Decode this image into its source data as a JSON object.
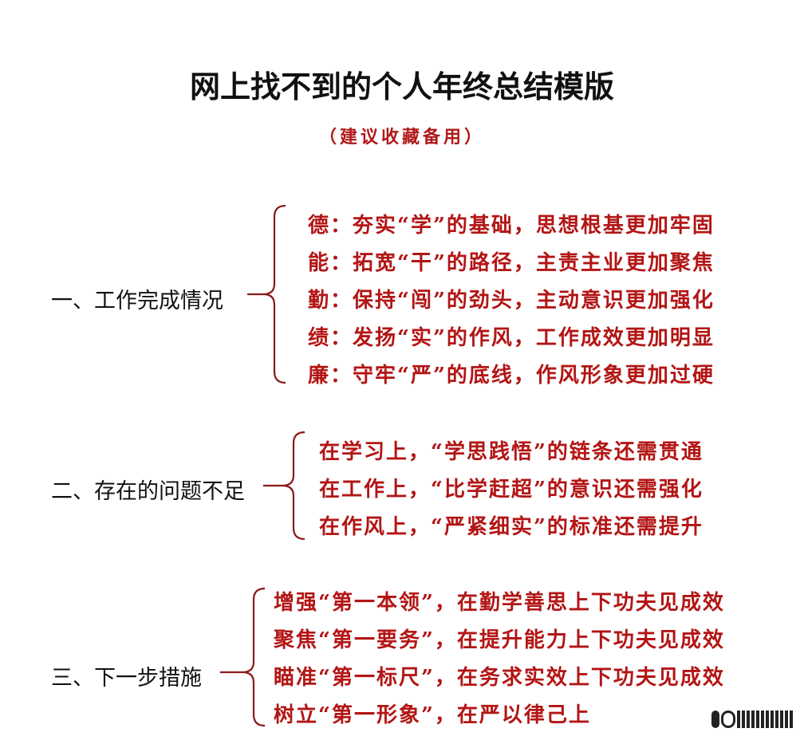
{
  "title": "网上找不到的个人年终总结模版",
  "subtitle": "（建议收藏备用）",
  "sections": [
    {
      "heading": "一、工作完成情况",
      "items": [
        "德：夯实“学”的基础，思想根基更加牢固",
        "能：拓宽“干”的路径，主责主业更加聚焦",
        "勤：保持“闯”的劲头，主动意识更加强化",
        "绩：发扬“实”的作风，工作成效更加明显",
        "廉：守牢“严”的底线，作风形象更加过硬"
      ]
    },
    {
      "heading": "二、存在的问题不足",
      "items": [
        "在学习上，“学思践悟”的链条还需贯通",
        "在工作上，“比学赶超”的意识还需强化",
        "在作风上，“严紧细实”的标准还需提升"
      ]
    },
    {
      "heading": "三、下一步措施",
      "items": [
        "增强“第一本领”，在勤学善思上下功夫见成效",
        "聚焦“第一要务”，在提升能力上下功夫见成效",
        "瞄准“第一标尺”，在务求实效上下功夫见成效",
        "树立“第一形象”，在严以律己上"
      ]
    }
  ],
  "colors": {
    "title": "#111111",
    "accent": "#b31515",
    "brace": "#8a1a1a"
  }
}
